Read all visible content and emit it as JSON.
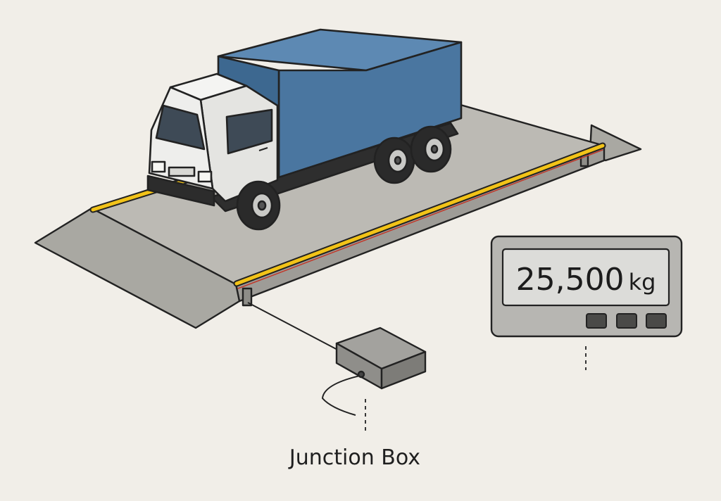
{
  "diagram": {
    "background_color": "#f1eee8",
    "colors": {
      "platform": "#bcbab4",
      "ramp": "#a9a8a2",
      "stripe": "#f2c318",
      "cargo_box": "#4a76a0",
      "cab": "#eeeeec",
      "indicator_body": "#b7b6b2",
      "indicator_screen": "#dcdcd9",
      "junction_box": "#8f8e8a",
      "outline": "#222222"
    },
    "truck": {
      "icon": "box-truck-icon"
    },
    "junction_box": {
      "label": "Junction Box",
      "icon": "junction-box-icon"
    },
    "indicator": {
      "value": "25,500",
      "unit": "kg",
      "button_count": 3,
      "icon": "weight-indicator-icon"
    }
  }
}
